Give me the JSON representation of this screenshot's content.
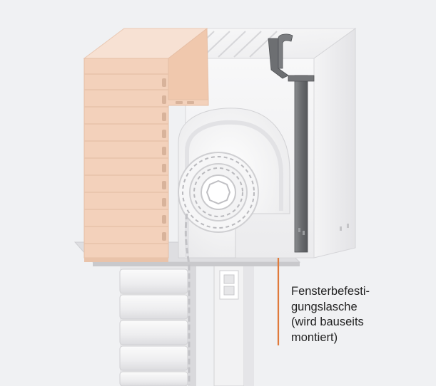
{
  "callout": {
    "lines": [
      "Fensterbefesti-",
      "gungslasche",
      "(wird bauseits",
      "montiert)"
    ]
  },
  "colors": {
    "background": "#f0f1f3",
    "brick_face": "#f3d1bb",
    "brick_top": "#f7e1d3",
    "box_top": "#f7f7f7",
    "box_front": "#f2f2f3",
    "box_side": "#e9e9eb",
    "bracket": "#6f7174",
    "leader_line": "#e07a3a",
    "callout_text": "#222222"
  },
  "icons": {
    "bracket": "fastening-bracket-icon",
    "roll": "roller-shutter-roll-icon"
  }
}
